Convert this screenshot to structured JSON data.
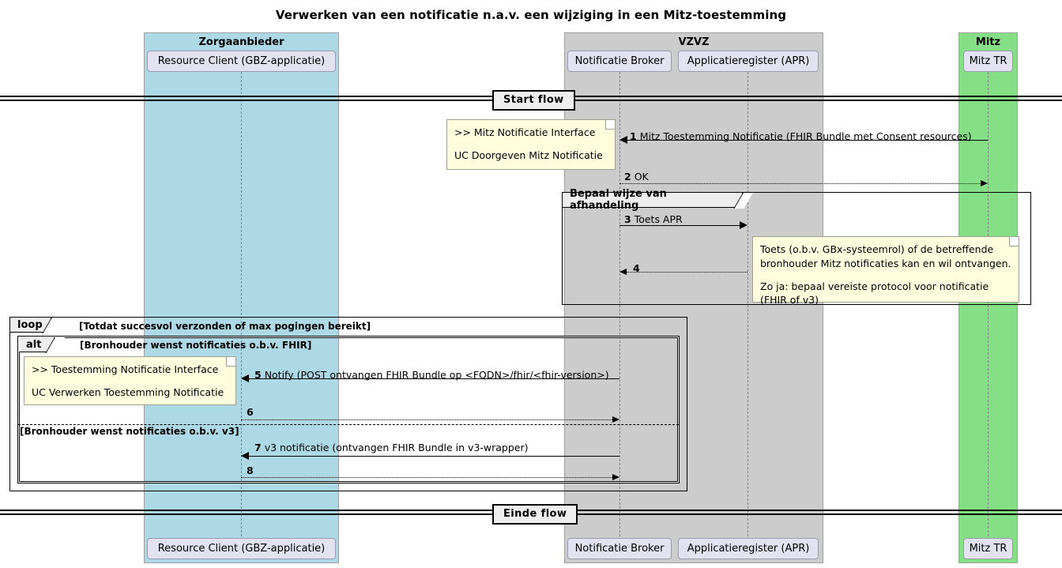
{
  "title": "Verwerken van een notificatie n.a.v. een wijziging in een Mitz-toestemming",
  "colors": {
    "zorgaanbieder_box": "#ADD8E6",
    "vzvz_box": "#CCCCCC",
    "mitz_box": "#85E085",
    "participant_fill": "#E2E2F0",
    "note_fill": "#FEFEDF",
    "frame_tab_fill": "#EEEEEE",
    "line": "#000000"
  },
  "groups": [
    {
      "name": "zorgaanbieder",
      "label": "Zorgaanbieder"
    },
    {
      "name": "vzvz",
      "label": "VZVZ"
    },
    {
      "name": "mitz",
      "label": "Mitz"
    }
  ],
  "participants": [
    {
      "name": "resource-client",
      "label": "Resource Client (GBZ-applicatie)"
    },
    {
      "name": "notificatie-broker",
      "label": "Notificatie Broker"
    },
    {
      "name": "applicatieregister",
      "label": "Applicatieregister (APR)"
    },
    {
      "name": "mitz-tr",
      "label": "Mitz TR"
    }
  ],
  "dividers": [
    {
      "name": "start-flow",
      "label": "Start flow"
    },
    {
      "name": "einde-flow",
      "label": "Einde flow"
    }
  ],
  "frames": [
    {
      "name": "group-bepaal-wijze",
      "type": "group",
      "tab": "",
      "label": "Bepaal wijze van afhandeling",
      "condition": ""
    },
    {
      "name": "loop-frame",
      "type": "loop",
      "tab": "loop",
      "label": "",
      "condition": "[Totdat succesvol verzonden of max pogingen bereikt]"
    },
    {
      "name": "alt-frame",
      "type": "alt",
      "tab": "alt",
      "label": "",
      "condition": "[Bronhouder wenst notificaties o.b.v. FHIR]",
      "else_condition": "[Bronhouder wenst notificaties o.b.v. v3]"
    }
  ],
  "messages": [
    {
      "name": "msg-1",
      "num": "1",
      "text": "Mitz Toestemming Notificatie (FHIR Bundle met Consent resources)",
      "from": "mitz-tr",
      "to": "notificatie-broker",
      "style": "solid",
      "direction": "left"
    },
    {
      "name": "msg-2",
      "num": "2",
      "text": "OK",
      "from": "notificatie-broker",
      "to": "mitz-tr",
      "style": "dotted",
      "direction": "right"
    },
    {
      "name": "msg-3",
      "num": "3",
      "text": "Toets APR",
      "from": "notificatie-broker",
      "to": "applicatieregister",
      "style": "solid",
      "direction": "right"
    },
    {
      "name": "msg-4",
      "num": "4",
      "text": "",
      "from": "applicatieregister",
      "to": "notificatie-broker",
      "style": "dotted",
      "direction": "left"
    },
    {
      "name": "msg-5",
      "num": "5",
      "text": "Notify (POST ontvangen FHIR Bundle op <FQDN>/fhir/<fhir-version>)",
      "from": "notificatie-broker",
      "to": "resource-client",
      "style": "solid",
      "direction": "left"
    },
    {
      "name": "msg-6",
      "num": "6",
      "text": "",
      "from": "resource-client",
      "to": "notificatie-broker",
      "style": "dotted",
      "direction": "right"
    },
    {
      "name": "msg-7",
      "num": "7",
      "text": "v3 notificatie (ontvangen FHIR Bundle in v3-wrapper)",
      "from": "notificatie-broker",
      "to": "resource-client",
      "style": "solid",
      "direction": "left"
    },
    {
      "name": "msg-8",
      "num": "8",
      "text": "",
      "from": "resource-client",
      "to": "notificatie-broker",
      "style": "dotted",
      "direction": "right"
    }
  ],
  "notes": [
    {
      "name": "note-mitz-notificatie-interface",
      "lines": [
        ">> Mitz Notificatie Interface",
        "UC Doorgeven Mitz Notificatie"
      ]
    },
    {
      "name": "note-toets-apr",
      "lines": [
        "Toets (o.b.v. GBx-systeemrol) of de betreffende bronhouder Mitz notificaties kan en wil ontvangen.",
        "Zo ja: bepaal vereiste protocol voor notificatie (FHIR of v3)"
      ]
    },
    {
      "name": "note-toestemming-notificatie-interface",
      "lines": [
        ">> Toestemming Notificatie Interface",
        "UC Verwerken Toestemming Notificatie"
      ]
    }
  ]
}
